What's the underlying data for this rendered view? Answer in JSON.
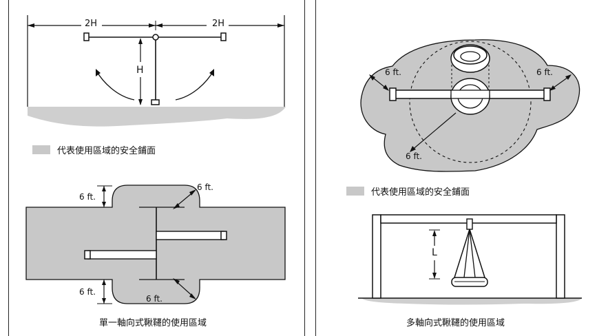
{
  "left": {
    "top_dim_left": "2H",
    "top_dim_right": "2H",
    "height_label": "H",
    "legend_text": "代表使用區域的安全鋪面",
    "dim_top_left": "6 ft.",
    "dim_top_right": "6 ft.",
    "dim_bottom_left": "6 ft.",
    "dim_bottom_mid": "6 ft.",
    "caption": "單一軸向式鞦韆的使用區域"
  },
  "right": {
    "dim_left": "6 ft.",
    "dim_right": "6 ft.",
    "dim_bottom": "6 ft.",
    "legend_text": "代表使用區域的安全鋪面",
    "length_label": "L",
    "caption": "多軸向式鞦韆的使用區域"
  },
  "colors": {
    "surface": "#c8c8c8",
    "ground": "#cfcfcf",
    "line": "#111111"
  }
}
